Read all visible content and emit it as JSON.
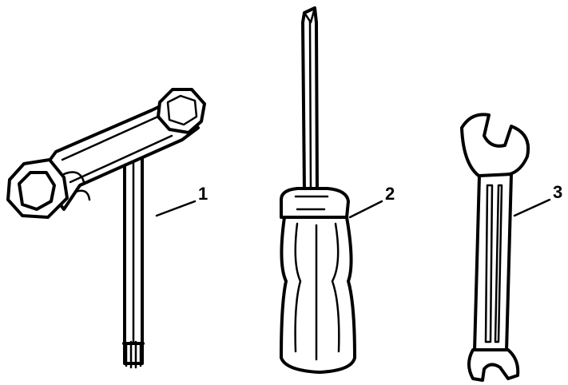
{
  "callouts": [
    {
      "id": "1",
      "label": "1"
    },
    {
      "id": "2",
      "label": "2"
    },
    {
      "id": "3",
      "label": "3"
    }
  ],
  "tools": [
    {
      "name": "t-handle-socket-wrench-icon",
      "callout": "1"
    },
    {
      "name": "flat-screwdriver-icon",
      "callout": "2"
    },
    {
      "name": "open-end-wrench-icon",
      "callout": "3"
    }
  ],
  "colors": {
    "ink": "#000000",
    "background": "#ffffff"
  }
}
